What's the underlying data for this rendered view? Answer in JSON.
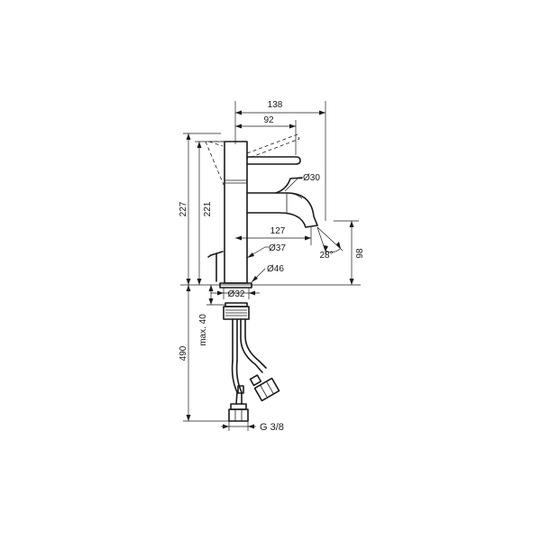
{
  "dimensions": {
    "width_overall": "138",
    "width_lever": "92",
    "reach": "127",
    "height_total": "227",
    "height_spout": "221",
    "height_outlet": "98",
    "angle": "28°",
    "spout_dia": "Ø30",
    "body_dia": "Ø37",
    "base_dia": "Ø46",
    "hole_dia": "Ø32",
    "total_length": "490",
    "max_thickness": "max. 40",
    "thread": "G 3/8"
  }
}
